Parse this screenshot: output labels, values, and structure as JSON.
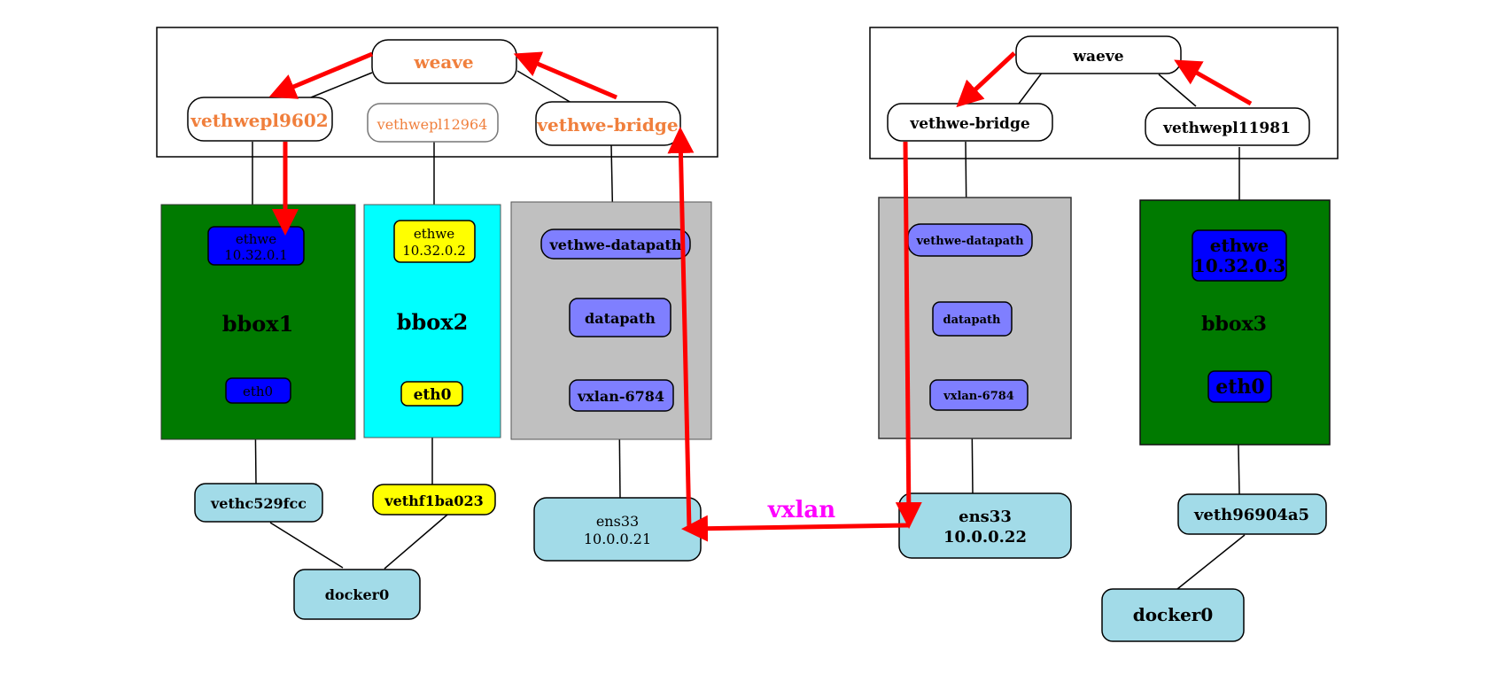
{
  "colors": {
    "orange_text": "#f07f3c",
    "red_arrow": "#ff0000",
    "vxlan_label": "#ff00ff",
    "green_box": "#007a00",
    "cyan_box": "#00ffff",
    "gray_box": "#c0c0c0",
    "blue_node": "#0000ff",
    "yellow_node": "#ffff00",
    "purple_node": "#7f7fff",
    "light_blue_node": "#a2dbe8"
  },
  "host1": {
    "weave": "weave",
    "vethwepl9602": "vethwepl9602",
    "vethwepl12964": "vethwepl12964",
    "vethwe_bridge": "vethwe-bridge",
    "bbox1": {
      "name": "bbox1",
      "ethwe_line1": "ethwe",
      "ethwe_line2": "10.32.0.1",
      "eth0": "eth0"
    },
    "bbox2": {
      "name": "bbox2",
      "ethwe_line1": "ethwe",
      "ethwe_line2": "10.32.0.2",
      "eth0": "eth0"
    },
    "datapath_box": {
      "vethwe_datapath": "vethwe-datapath",
      "datapath": "datapath",
      "vxlan": "vxlan-6784"
    },
    "vethc529fcc": "vethc529fcc",
    "vethf1ba023": "vethf1ba023",
    "docker0": "docker0",
    "ens33_line1": "ens33",
    "ens33_line2": "10.0.0.21"
  },
  "vxlan_label": "vxlan",
  "host2": {
    "waeve": "waeve",
    "vethwe_bridge": "vethwe-bridge",
    "vethwepl11981": "vethwepl11981",
    "datapath_box": {
      "vethwe_datapath": "vethwe-datapath",
      "datapath": "datapath",
      "vxlan": "vxlan-6784"
    },
    "bbox3": {
      "name": "bbox3",
      "ethwe_line1": "ethwe",
      "ethwe_line2": "10.32.0.3",
      "eth0": "eth0"
    },
    "ens33_line1": "ens33",
    "ens33_line2": "10.0.0.22",
    "veth96904a5": "veth96904a5",
    "docker0": "docker0"
  }
}
